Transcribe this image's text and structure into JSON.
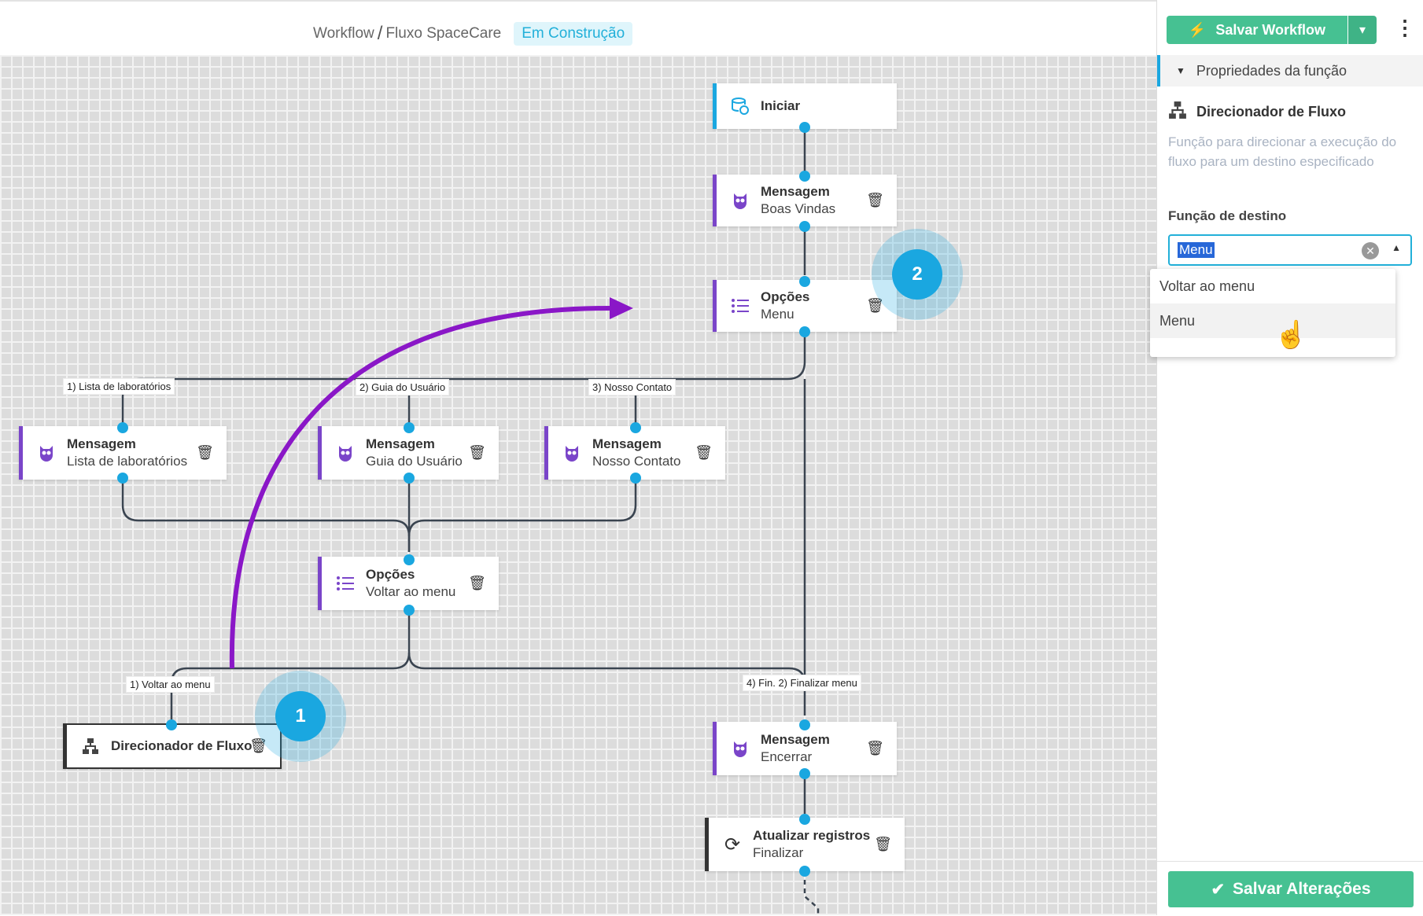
{
  "breadcrumb": {
    "root": "Workflow",
    "separator": "/",
    "current": "Fluxo SpaceCare",
    "status": "Em Construção"
  },
  "nodes": {
    "iniciar": {
      "title": "Iniciar",
      "subtitle": ""
    },
    "boas_vindas": {
      "title": "Mensagem",
      "subtitle": "Boas Vindas"
    },
    "opcoes_menu": {
      "title": "Opções",
      "subtitle": "Menu"
    },
    "lista_lab": {
      "title": "Mensagem",
      "subtitle": "Lista de laboratórios"
    },
    "guia": {
      "title": "Mensagem",
      "subtitle": "Guia do Usuário"
    },
    "contato": {
      "title": "Mensagem",
      "subtitle": "Nosso Contato"
    },
    "opcoes_voltar": {
      "title": "Opções",
      "subtitle": "Voltar ao menu"
    },
    "direcionador": {
      "title": "Direcionador de Fluxo"
    },
    "encerrar": {
      "title": "Mensagem",
      "subtitle": "Encerrar"
    },
    "atualizar": {
      "title": "Atualizar registros",
      "subtitle": "Finalizar"
    }
  },
  "edge_labels": {
    "lista": "1) Lista de laboratórios",
    "guia": "2) Guia do Usuário",
    "contato": "3) Nosso Contato",
    "voltar": "1) Voltar ao menu",
    "finalizar": "4) Fin. 2) Finalizar menu"
  },
  "markers": {
    "one": "1",
    "two": "2"
  },
  "panel": {
    "save_workflow": "Salvar Workflow",
    "section": "Propriedades da função",
    "function_name": "Direcionador de Fluxo",
    "function_description": "Função para direcionar a execução do fluxo para um destino especificado",
    "target_label": "Função de destino",
    "target_value": "Menu",
    "options": [
      "Voltar ao menu",
      "Menu"
    ],
    "save_changes": "Salvar Alterações"
  },
  "colors": {
    "accent": "#1aa7e0",
    "purple": "#7a45c9",
    "green": "#46c192",
    "arrow": "#8a17c7"
  }
}
